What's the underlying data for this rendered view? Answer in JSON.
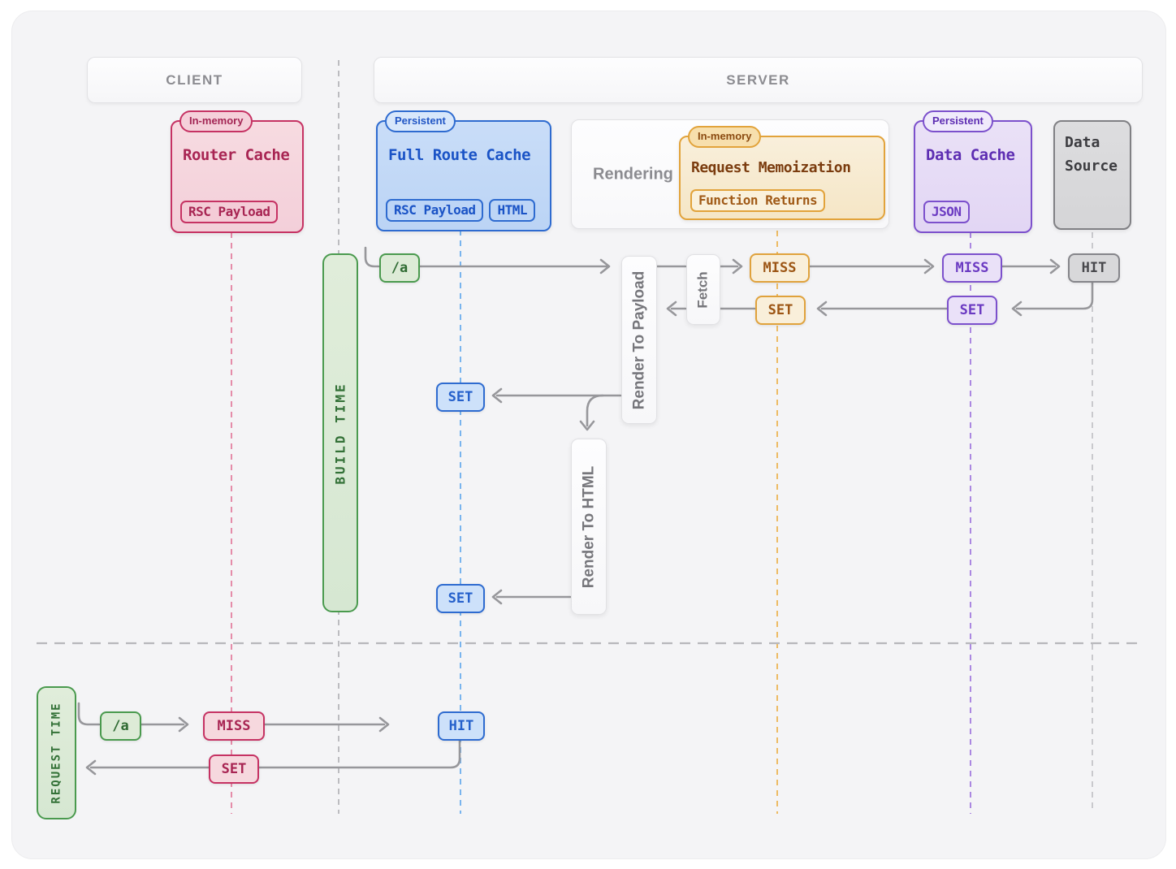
{
  "headers": {
    "client": "CLIENT",
    "server": "SERVER"
  },
  "boxes": {
    "router_cache": {
      "badge": "In-memory",
      "title": "Router Cache",
      "chips": [
        "RSC Payload"
      ]
    },
    "full_route_cache": {
      "badge": "Persistent",
      "title": "Full Route Cache",
      "chips": [
        "RSC Payload",
        "HTML"
      ]
    },
    "rendering": {
      "label": "Rendering"
    },
    "request_memoization": {
      "badge": "In-memory",
      "title": "Request Memoization",
      "chips": [
        "Function Returns"
      ]
    },
    "data_cache": {
      "badge": "Persistent",
      "title": "Data Cache",
      "chips": [
        "JSON"
      ]
    },
    "data_source": {
      "lines": [
        "Data",
        "Source"
      ]
    }
  },
  "timelines": {
    "build": "BUILD TIME",
    "request": "REQUEST TIME"
  },
  "process_boxes": {
    "render_to_payload": "Render To Payload",
    "fetch": "Fetch",
    "render_to_html": "Render To HTML"
  },
  "badges": {
    "build": {
      "route": "/a",
      "memo_miss": "MISS",
      "memo_set": "SET",
      "data_cache_miss": "MISS",
      "data_cache_set": "SET",
      "data_source_hit": "HIT",
      "full_route_set_payload": "SET",
      "full_route_set_html": "SET"
    },
    "request": {
      "route": "/a",
      "router_miss": "MISS",
      "router_set": "SET",
      "full_route_hit": "HIT"
    }
  },
  "palette": {
    "pink": "#c63263",
    "blue": "#2e6bd0",
    "green": "#4a9a4e",
    "orange": "#e2a33b",
    "purple": "#7c50cc",
    "gray": "#85858a",
    "arrow": "#97979b",
    "canvas_bg": "#f4f4f6"
  }
}
